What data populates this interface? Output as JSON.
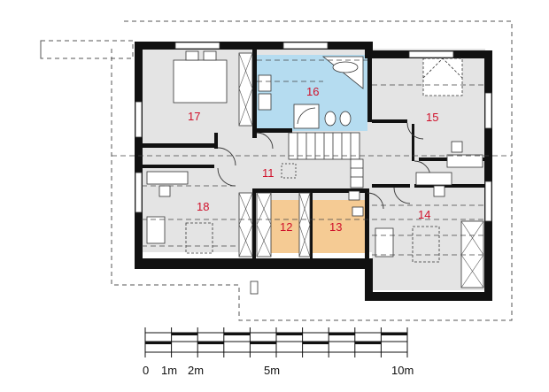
{
  "rooms": [
    {
      "id": "r17",
      "number": "17"
    },
    {
      "id": "r16",
      "number": "16"
    },
    {
      "id": "r15",
      "number": "15"
    },
    {
      "id": "r11",
      "number": "11"
    },
    {
      "id": "r18",
      "number": "18"
    },
    {
      "id": "r14",
      "number": "14"
    },
    {
      "id": "r12",
      "number": "12"
    },
    {
      "id": "r13",
      "number": "13"
    }
  ],
  "scale": {
    "labels": [
      "0",
      "1m",
      "2m",
      "5m",
      "10m"
    ]
  },
  "colors": {
    "wall": "#111111",
    "floor": "#e4e4e4",
    "bathroom": "#b5dcf0",
    "storage": "#f5cb94",
    "room_number": "#d0102a"
  }
}
